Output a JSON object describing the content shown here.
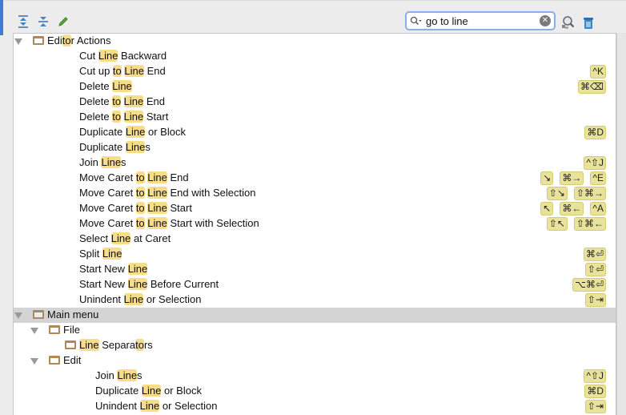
{
  "toolbar": {
    "expand_all": "expand-all-icon",
    "collapse_all": "collapse-all-icon",
    "edit": "edit-icon"
  },
  "search": {
    "value": "go to line",
    "clear": "✕"
  },
  "tree": [
    {
      "level": 0,
      "type": "group",
      "icon": "editor-actions-folder",
      "expanded": true,
      "label": [
        [
          "Edi",
          0
        ],
        [
          "to",
          1
        ],
        [
          "r Actions",
          0
        ]
      ],
      "keys": []
    },
    {
      "level": 1,
      "label": [
        [
          "Cut ",
          0
        ],
        [
          "Line",
          1
        ],
        [
          " Backward",
          0
        ]
      ],
      "keys": []
    },
    {
      "level": 1,
      "label": [
        [
          "Cut up ",
          0
        ],
        [
          "to",
          1
        ],
        [
          " ",
          0
        ],
        [
          "Line",
          1
        ],
        [
          " End",
          0
        ]
      ],
      "keys": [
        "^K"
      ]
    },
    {
      "level": 1,
      "label": [
        [
          "Delete ",
          0
        ],
        [
          "Line",
          1
        ]
      ],
      "keys": [
        "⌘⌫"
      ]
    },
    {
      "level": 1,
      "label": [
        [
          "Delete ",
          0
        ],
        [
          "to",
          1
        ],
        [
          " ",
          0
        ],
        [
          "Line",
          1
        ],
        [
          " End",
          0
        ]
      ],
      "keys": []
    },
    {
      "level": 1,
      "label": [
        [
          "Delete ",
          0
        ],
        [
          "to",
          1
        ],
        [
          " ",
          0
        ],
        [
          "Line",
          1
        ],
        [
          " Start",
          0
        ]
      ],
      "keys": []
    },
    {
      "level": 1,
      "label": [
        [
          "Duplicate ",
          0
        ],
        [
          "Line",
          1
        ],
        [
          " or Block",
          0
        ]
      ],
      "keys": [
        "⌘D"
      ]
    },
    {
      "level": 1,
      "label": [
        [
          "Duplicate ",
          0
        ],
        [
          "Line",
          1
        ],
        [
          "s",
          0
        ]
      ],
      "keys": []
    },
    {
      "level": 1,
      "label": [
        [
          "Join ",
          0
        ],
        [
          "Line",
          1
        ],
        [
          "s",
          0
        ]
      ],
      "keys": [
        "^⇧J"
      ]
    },
    {
      "level": 1,
      "label": [
        [
          "Move Caret ",
          0
        ],
        [
          "to",
          1
        ],
        [
          " ",
          0
        ],
        [
          "Line",
          1
        ],
        [
          " End",
          0
        ]
      ],
      "keys": [
        "↘",
        "⌘→",
        "^E"
      ]
    },
    {
      "level": 1,
      "label": [
        [
          "Move Caret ",
          0
        ],
        [
          "to",
          1
        ],
        [
          " ",
          0
        ],
        [
          "Line",
          1
        ],
        [
          " End with Selection",
          0
        ]
      ],
      "keys": [
        "⇧↘",
        "⇧⌘→"
      ]
    },
    {
      "level": 1,
      "label": [
        [
          "Move Caret ",
          0
        ],
        [
          "to",
          1
        ],
        [
          " ",
          0
        ],
        [
          "Line",
          1
        ],
        [
          " Start",
          0
        ]
      ],
      "keys": [
        "↖",
        "⌘←",
        "^A"
      ]
    },
    {
      "level": 1,
      "label": [
        [
          "Move Caret ",
          0
        ],
        [
          "to",
          1
        ],
        [
          " ",
          0
        ],
        [
          "Line",
          1
        ],
        [
          " Start with Selection",
          0
        ]
      ],
      "keys": [
        "⇧↖",
        "⇧⌘←"
      ]
    },
    {
      "level": 1,
      "label": [
        [
          "Select ",
          0
        ],
        [
          "Line",
          1
        ],
        [
          " at Caret",
          0
        ]
      ],
      "keys": []
    },
    {
      "level": 1,
      "label": [
        [
          "Split ",
          0
        ],
        [
          "Line",
          1
        ]
      ],
      "keys": [
        "⌘⏎"
      ]
    },
    {
      "level": 1,
      "label": [
        [
          "Start New ",
          0
        ],
        [
          "Line",
          1
        ]
      ],
      "keys": [
        "⇧⏎"
      ]
    },
    {
      "level": 1,
      "label": [
        [
          "Start New ",
          0
        ],
        [
          "Line",
          1
        ],
        [
          " Before Current",
          0
        ]
      ],
      "keys": [
        "⌥⌘⏎"
      ]
    },
    {
      "level": 1,
      "label": [
        [
          "Unindent ",
          0
        ],
        [
          "Line",
          1
        ],
        [
          " or Selection",
          0
        ]
      ],
      "keys": [
        "⇧⇥"
      ]
    },
    {
      "level": 0,
      "type": "group",
      "icon": "main-menu-folder",
      "expanded": true,
      "selected": true,
      "label": [
        [
          "Main menu",
          0
        ]
      ],
      "keys": []
    },
    {
      "level": 1,
      "type": "group",
      "icon": "folder",
      "expanded": true,
      "label": [
        [
          "File",
          0
        ]
      ],
      "keys": []
    },
    {
      "level": 2,
      "type": "group",
      "icon": "folder",
      "expanded": false,
      "label": [
        [
          "Line",
          1
        ],
        [
          " Separa",
          0
        ],
        [
          "to",
          1
        ],
        [
          "rs",
          0
        ]
      ],
      "keys": []
    },
    {
      "level": 1,
      "type": "group",
      "icon": "folder",
      "expanded": true,
      "label": [
        [
          "Edit",
          0
        ]
      ],
      "keys": []
    },
    {
      "level": 2,
      "label": [
        [
          "Join ",
          0
        ],
        [
          "Line",
          1
        ],
        [
          "s",
          0
        ]
      ],
      "keys": [
        "^⇧J"
      ]
    },
    {
      "level": 2,
      "label": [
        [
          "Duplicate ",
          0
        ],
        [
          "Line",
          1
        ],
        [
          " or Block",
          0
        ]
      ],
      "keys": [
        "⌘D"
      ]
    },
    {
      "level": 2,
      "label": [
        [
          "Unindent ",
          0
        ],
        [
          "Line",
          1
        ],
        [
          " or Selection",
          0
        ]
      ],
      "keys": [
        "⇧⇥"
      ]
    }
  ]
}
